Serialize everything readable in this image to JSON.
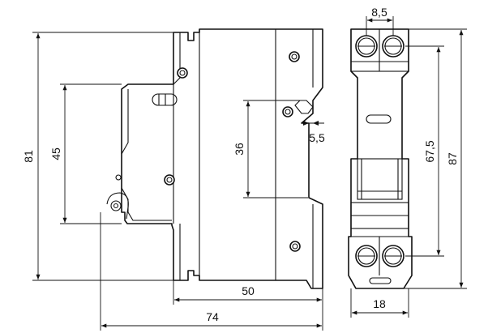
{
  "dimensions": {
    "side_view": {
      "overall_height": "81",
      "inner_height": "45",
      "mid_height": "36",
      "offset": "5,5",
      "body_depth": "50",
      "overall_depth": "74"
    },
    "front_view": {
      "terminal_width": "8,5",
      "terminal_spacing": "67,5",
      "overall_height": "87",
      "width": "18"
    }
  }
}
